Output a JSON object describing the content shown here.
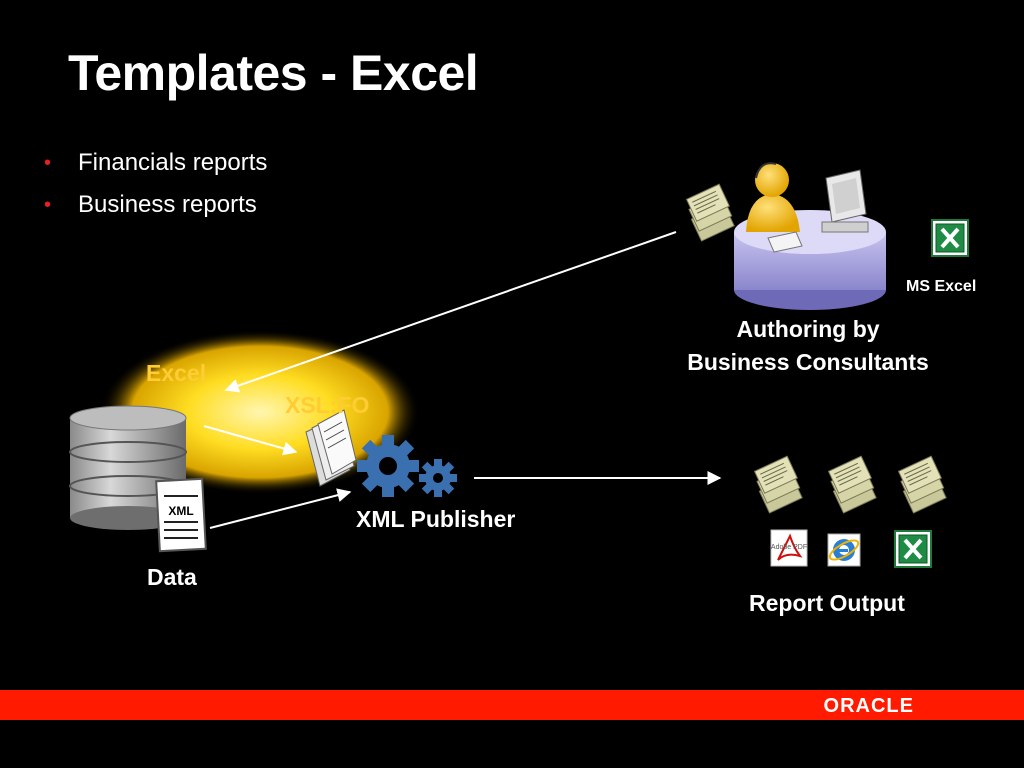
{
  "title": "Templates - Excel",
  "bullets": [
    "Financials reports",
    "Business reports"
  ],
  "labels": {
    "excel": "Excel",
    "xslfo": "XSL:FO",
    "xml_publisher": "XML Publisher",
    "data": "Data",
    "authoring_line1": "Authoring by",
    "authoring_line2": "Business Consultants",
    "ms_excel": "MS Excel",
    "report_output": "Report Output",
    "xml_doc": "XML",
    "pdf_icon_text": "Adobe PDF"
  },
  "footer": {
    "brand": "ORACLE"
  },
  "colors": {
    "accent_red": "#ff1a00",
    "highlight_yellow": "#ffcc33",
    "gear_blue": "#3a6fb0"
  },
  "icons": [
    "database-icon",
    "xml-document-icon",
    "gear-icon",
    "document-stack-icon",
    "consultant-icon",
    "excel-icon",
    "pdf-icon",
    "internet-explorer-icon"
  ]
}
